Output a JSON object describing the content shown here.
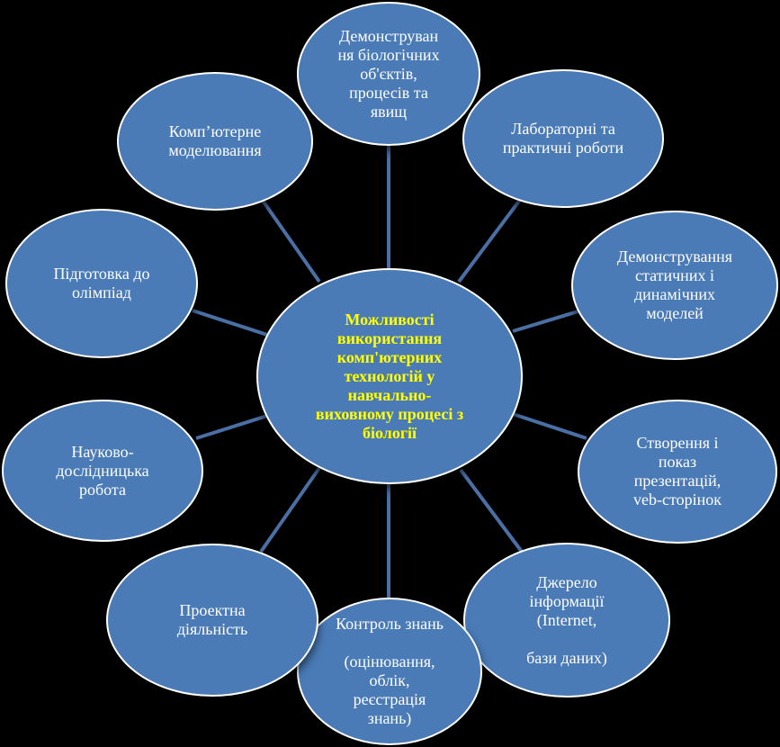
{
  "diagram": {
    "center": {
      "text": "Можливості\nвикористання\nкомп'ютерних\nтехнологій у\nнавчально-\nвиховному процесі з\nбіології"
    },
    "nodes": [
      {
        "id": "demonstration-bio-objects",
        "text": "Демонструван\nня біологічних\nоб'єктів,\nпроцесів та\nявищ"
      },
      {
        "id": "lab-practical-works",
        "text": "Лабораторні та\nпрактичні роботи"
      },
      {
        "id": "demonstration-models",
        "text": "Демонстрування\nстатичних і\nдинамічних\nмоделей"
      },
      {
        "id": "presentations-web-pages",
        "text": "Створення і\nпоказ\nпрезентацій,\nveb-сторінок"
      },
      {
        "id": "information-source",
        "text": "Джерело\nінформації\n(Internet,\n\nбази даних)"
      },
      {
        "id": "knowledge-control",
        "text": "Контроль знань\n\n(оцінювання,\nоблік,\nреєстрація\nзнань)"
      },
      {
        "id": "project-activity",
        "text": "Проектна\nдіяльність"
      },
      {
        "id": "research-work",
        "text": "Науково-\nдослідницька\nробота"
      },
      {
        "id": "olympiad-preparation",
        "text": "Підготовка до\nолімпіад"
      },
      {
        "id": "computer-modeling",
        "text": "Комп’ютерне\nмоделювання"
      }
    ]
  },
  "colors": {
    "background": "#000000",
    "node_fill": "#4a7bb7",
    "node_border": "#ffffff",
    "connector": "#4a6fa5",
    "node_text": "#ffffff",
    "center_text": "#ffff00"
  }
}
